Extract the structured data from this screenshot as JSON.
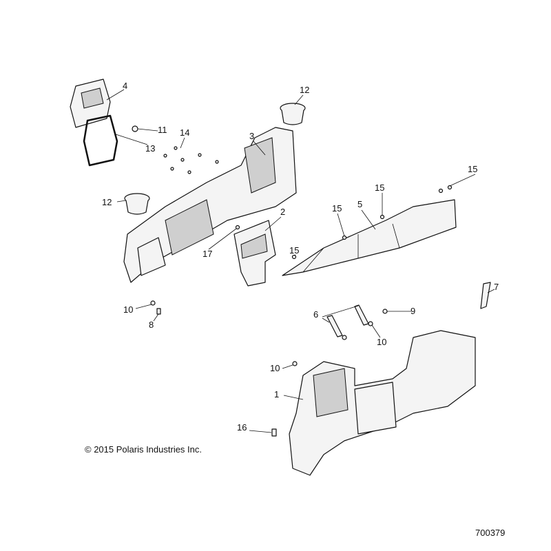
{
  "callouts": [
    "4",
    "12",
    "11",
    "13",
    "14",
    "3",
    "15",
    "15",
    "15",
    "5",
    "12",
    "2",
    "17",
    "15",
    "7",
    "9",
    "10",
    "8",
    "6",
    "10",
    "10",
    "1",
    "16"
  ],
  "copyright": "© 2015 Polaris Industries Inc.",
  "diagram_number": "700379"
}
